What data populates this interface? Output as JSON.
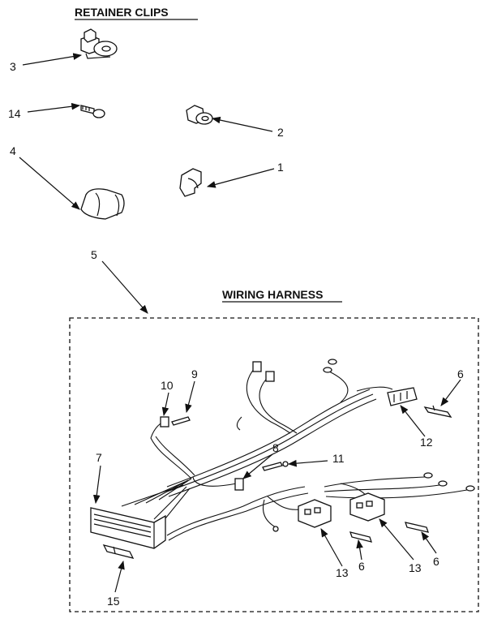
{
  "titles": {
    "retainer_clips": "RETAINER CLIPS",
    "wiring_harness": "WIRING HARNESS"
  },
  "callouts": {
    "n3": "3",
    "n14": "14",
    "n2": "2",
    "n4": "4",
    "n1": "1",
    "n5": "5",
    "n10": "10",
    "n9": "9",
    "n6a": "6",
    "n12": "12",
    "n8": "8",
    "n11": "11",
    "n7": "7",
    "n13a": "13",
    "n6b": "6",
    "n13b": "13",
    "n6c": "6",
    "n15": "15"
  }
}
